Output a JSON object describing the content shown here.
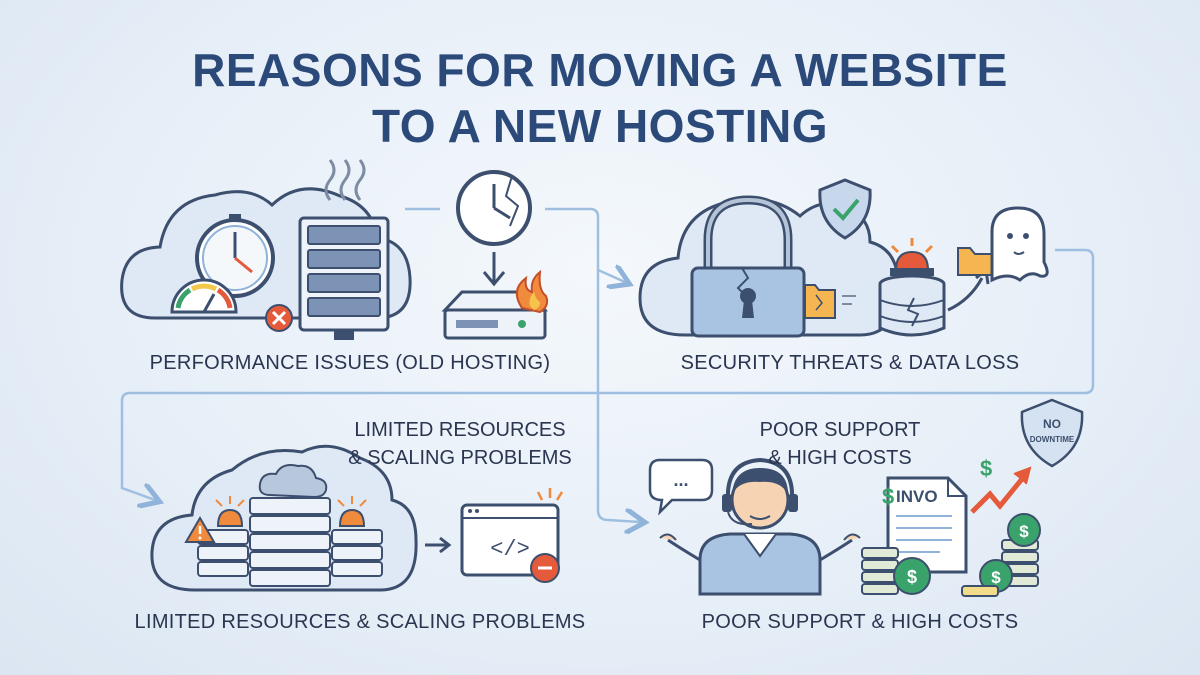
{
  "title": {
    "line1": "REASONS FOR MOVING A WEBSITE",
    "line2": "TO A NEW HOSTING"
  },
  "sections": [
    {
      "label": "PERFORMANCE ISSUES (OLD HOSTING)"
    },
    {
      "label": "SECURITY THREATS & DATA LOSS"
    },
    {
      "heading_line1": "LIMITED RESOURCES",
      "heading_line2": "& SCALING PROBLEMS",
      "label": "LIMITED RESOURCES & SCALING PROBLEMS"
    },
    {
      "heading_line1": "POOR SUPPORT",
      "heading_line2": "& HIGH COSTS",
      "label": "POOR SUPPORT & HIGH COSTS"
    }
  ],
  "badges": {
    "no_downtime_line1": "NO",
    "no_downtime_line2": "DOWNTIME",
    "invoice_text": "INVO",
    "dollar": "$",
    "code_glyph": "</>",
    "ellipsis": "..."
  },
  "colors": {
    "title": "#2b4a7a",
    "line": "#3d4f6e",
    "accent_blue": "#8fb3d9",
    "warning_orange": "#f08a3c",
    "alert_red": "#e45a3a",
    "money_green": "#3aa36b",
    "shield_blue": "#a9c4e3"
  },
  "icons": [
    "cloud-icon",
    "stopwatch-icon",
    "speedometer-icon",
    "server-rack-icon",
    "error-x-icon",
    "steam-icon",
    "broken-clock-icon",
    "down-arrow-icon",
    "server-box-icon",
    "fire-icon",
    "broken-padlock-icon",
    "shield-check-icon",
    "siren-icon",
    "database-icon",
    "folder-icon",
    "ghost-icon",
    "warning-triangle-icon",
    "code-window-icon",
    "minus-circle-icon",
    "chat-bubble-icon",
    "support-agent-icon",
    "invoice-icon",
    "coin-stack-icon",
    "trend-up-arrow-icon"
  ]
}
